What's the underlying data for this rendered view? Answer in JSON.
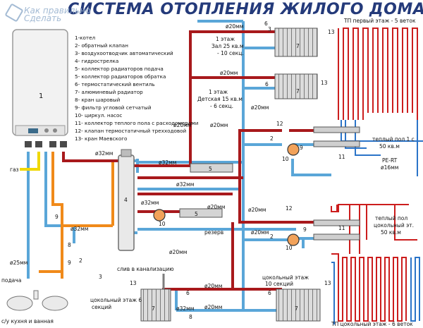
{
  "title": "СИСТЕМА ОТОПЛЕНИЯ ЖИЛОГО ДОМА",
  "watermark": {
    "line1": "Как правильно",
    "line2": "Сделать"
  },
  "colors": {
    "supply": "#a8191c",
    "return": "#5aa6d8",
    "gas": "#f0d800",
    "cold_water": "#f08a1a",
    "drain": "#7d7d7d",
    "radiator": "#d7d7d7",
    "radiator_stroke": "#555555",
    "floor_red": "#cc1d1d",
    "floor_blue": "#2b74c8"
  },
  "legend": {
    "items": [
      "1-котел",
      "2- обратный клапан",
      "3- воздухоотводчик автоматический",
      "4- гидрострелка",
      "5- коллектор радиаторов подача",
      "5- коллектор радиаторов обратка",
      "6- термостатический вентиль",
      "7- алюминевый радиатор",
      "8- кран шаровый",
      "9- фильтр угловой сетчатый",
      "10- циркул. насос",
      "11- коллектор теплого пола с расходомерами",
      "12- клапан термостатичный трехходовой",
      "13- кран Маевского"
    ]
  },
  "labels": {
    "boiler_num": "1",
    "gas": "газ",
    "d25_left": "ø25мм",
    "podacha": "подача",
    "kitchen": "с/у кухня и ванная",
    "d32_a": "ø32мм",
    "d32_b": "ø32мм",
    "d32_c": "ø32мм",
    "d32_d": "ø32мм",
    "d32_e": "ø32мм",
    "d32_f": "ø32мм",
    "d20_top": "ø20мм",
    "d20_b": "ø20мм",
    "d20_c": "ø20мм",
    "d20_d": "ø20мм",
    "d20_e": "ø20мм",
    "d20_f": "ø20мм",
    "d20_g": "ø20мм",
    "d20_h": "ø20мм",
    "d20_i": "ø20мм",
    "d20_j": "ø20мм",
    "d20_k": "ø20мм",
    "floor1_room_a": [
      "1 этаж",
      "Зал 25 кв.м",
      "- 10 секц."
    ],
    "floor1_room_b": [
      "1 этаж",
      "Детская 15 кв.м",
      "- 6 секц."
    ],
    "heated_floor_1": [
      "теплый пол 1 с",
      "50 кв.м"
    ],
    "pert": "PE-RT",
    "d16": "ø16мм",
    "tp_first": "ТП первый этаж - 5 веток",
    "heated_floor_base": [
      "теплый пол",
      "цокольный эт.",
      "50 кв.м"
    ],
    "tp_base": "ТП цокольный этаж - 6 веток",
    "reserve": "резерв",
    "drain": "слив в канализацию",
    "base_right": [
      "цокольный этаж",
      "10 секций"
    ],
    "base_left": [
      "цокольный этаж 6",
      "секций"
    ],
    "n1": "1",
    "n2a": "2",
    "n2b": "2",
    "n2c": "2",
    "n3a": "3",
    "n3b": "3",
    "n4": "4",
    "n5a": "5",
    "n5b": "5",
    "n6a": "6",
    "n6b": "6",
    "n6c": "6",
    "n6d": "6",
    "n7a": "7",
    "n7b": "7",
    "n7c": "7",
    "n7d": "7",
    "n8a": "8",
    "n8b": "8",
    "n9a": "9",
    "n9b": "9",
    "n9c": "9",
    "n10a": "10",
    "n10b": "10",
    "n10c": "10",
    "n11a": "11",
    "n11b": "11",
    "n12a": "12",
    "n12b": "12",
    "n13a": "13",
    "n13b": "13",
    "n13c": "13",
    "n13d": "13"
  }
}
